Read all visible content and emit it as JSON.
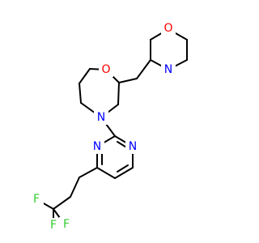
{
  "diagram": {
    "type": "chemical-structure",
    "colors": {
      "bond": "#000000",
      "carbon": "#000000",
      "oxygen": "#ff0000",
      "nitrogen": "#0000ff",
      "fluorine": "#33cc33",
      "background": "#ffffff"
    },
    "atoms": {
      "o_morpholine": "O",
      "n_morpholine": "N",
      "o_oxazepane": "O",
      "n_oxazepane": "N",
      "n_pyrimidine_1": "N",
      "n_pyrimidine_2": "N",
      "f_1": "F",
      "f_2": "F",
      "f_3": "F"
    }
  }
}
